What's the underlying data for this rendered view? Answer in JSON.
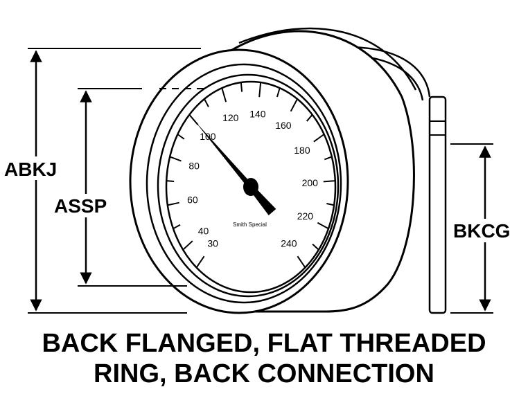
{
  "dimensions": {
    "abkj": "ABKJ",
    "assp": "ASSP",
    "bkcg": "BKCG"
  },
  "gauge": {
    "brand": "Smith Special",
    "scale_min": 30,
    "scale_max": 240,
    "needle_value": 100,
    "scale_labels": [
      "30",
      "40",
      "60",
      "80",
      "100",
      "120",
      "140",
      "160",
      "180",
      "200",
      "220",
      "240"
    ]
  },
  "caption": {
    "line1": "BACK FLANGED, FLAT THREADED",
    "line2": "RING, BACK CONNECTION"
  }
}
